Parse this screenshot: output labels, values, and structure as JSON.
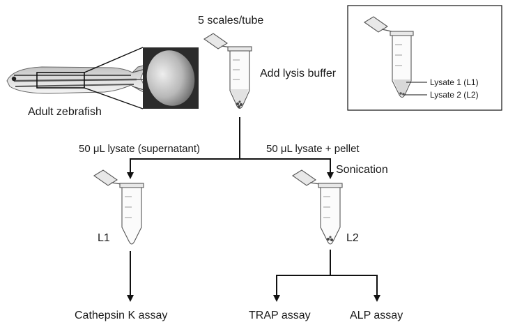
{
  "labels": {
    "scales_per_tube": "5 scales/tube",
    "adult_zebrafish": "Adult zebrafish",
    "add_lysis_buffer": "Add lysis buffer",
    "lysate1": "Lysate 1 (L1)",
    "lysate2": "Lysate 2 (L2)",
    "supernatant_branch": "50 μL lysate (supernatant)",
    "pellet_branch": "50 μL lysate + pellet",
    "sonication": "Sonication",
    "tube_l1": "L1",
    "tube_l2": "L2",
    "cathepsin_assay": "Cathepsin K assay",
    "trap_assay": "TRAP assay",
    "alp_assay": "ALP assay"
  }
}
